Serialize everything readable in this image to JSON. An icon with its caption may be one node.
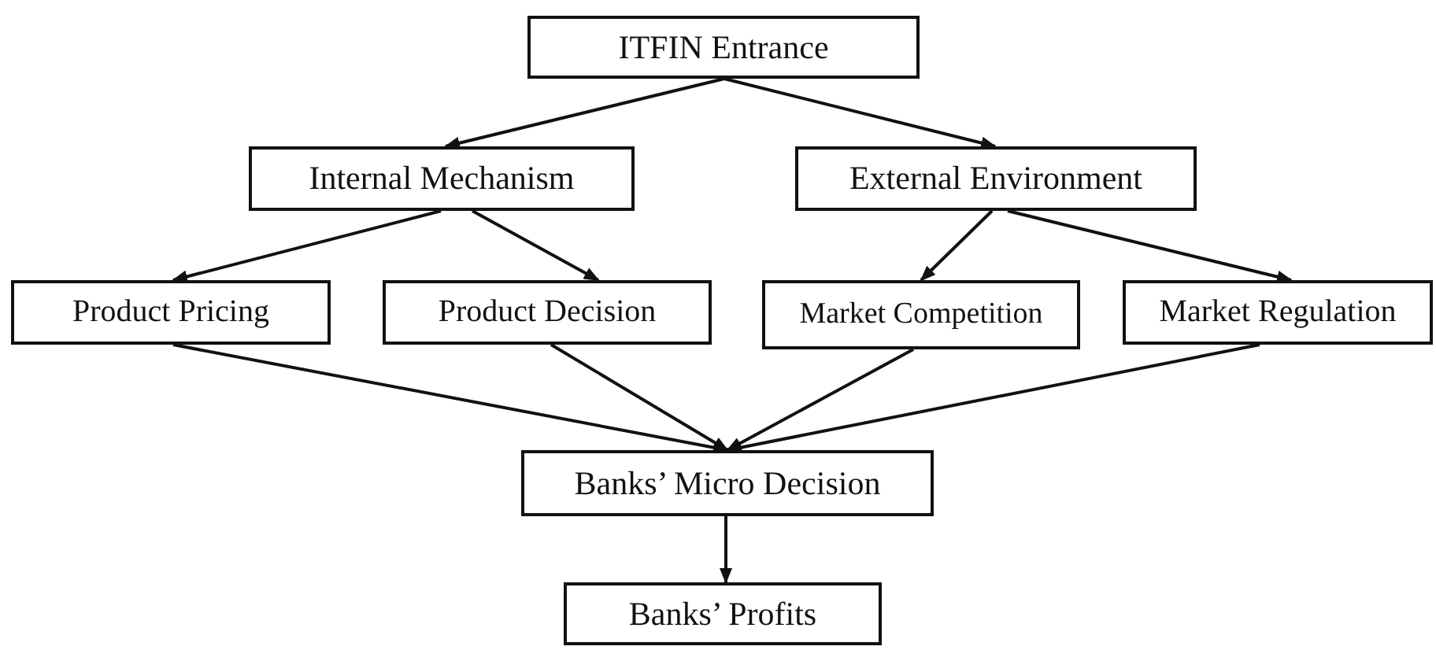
{
  "diagram": {
    "nodes": [
      {
        "text": [
          "ITFIN Entrance"
        ]
      },
      {
        "text": [
          "Internal Mechanism"
        ]
      },
      {
        "text": [
          "External Environment"
        ]
      },
      {
        "text": [
          "Product Pricing"
        ]
      },
      {
        "text": [
          "Product Decision"
        ]
      },
      {
        "text": [
          "Market Competition"
        ]
      },
      {
        "text": [
          "Market Regulation"
        ]
      },
      {
        "text": [
          "Banks’ Micro Decision"
        ]
      },
      {
        "text": [
          "Banks’ Profits"
        ]
      }
    ],
    "edges": [
      {
        "from": 0,
        "to": 1,
        "arrow": "to"
      },
      {
        "from": 0,
        "to": 2,
        "arrow": "to"
      },
      {
        "from": 1,
        "to": 3,
        "arrow": "to"
      },
      {
        "from": 1,
        "to": 4,
        "arrow": "to"
      },
      {
        "from": 2,
        "to": 5,
        "arrow": "to"
      },
      {
        "from": 2,
        "to": 6,
        "arrow": "to"
      },
      {
        "from": 3,
        "to": 7,
        "arrow": "to"
      },
      {
        "from": 4,
        "to": 7,
        "arrow": "to"
      },
      {
        "from": 5,
        "to": 7,
        "arrow": "to"
      },
      {
        "from": 6,
        "to": 7,
        "arrow": "to"
      },
      {
        "from": 7,
        "to": 8,
        "arrow": "to"
      }
    ]
  }
}
